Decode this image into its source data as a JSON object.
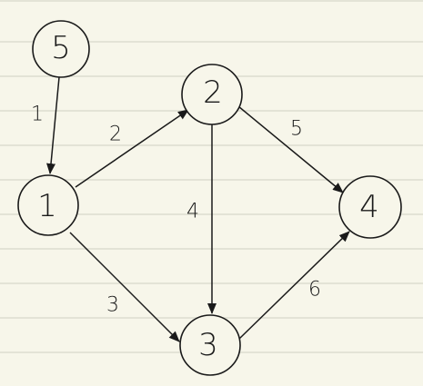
{
  "graph": {
    "nodes": [
      {
        "id": "n5",
        "label": "5"
      },
      {
        "id": "n1",
        "label": "1"
      },
      {
        "id": "n2",
        "label": "2"
      },
      {
        "id": "n3",
        "label": "3"
      },
      {
        "id": "n4",
        "label": "4"
      }
    ],
    "edges": [
      {
        "id": "e5-1",
        "from": "n5",
        "to": "n1",
        "label": "1"
      },
      {
        "id": "e1-2",
        "from": "n1",
        "to": "n2",
        "label": "2"
      },
      {
        "id": "e1-3",
        "from": "n1",
        "to": "n3",
        "label": "3"
      },
      {
        "id": "e2-3",
        "from": "n2",
        "to": "n3",
        "label": "4"
      },
      {
        "id": "e2-4",
        "from": "n2",
        "to": "n4",
        "label": "5"
      },
      {
        "id": "e3-4",
        "from": "n3",
        "to": "n4",
        "label": "6"
      }
    ]
  },
  "colors": {
    "ink": "#1a1a1a",
    "paper": "#f7f6ea",
    "rule": "#e3e3d6"
  }
}
